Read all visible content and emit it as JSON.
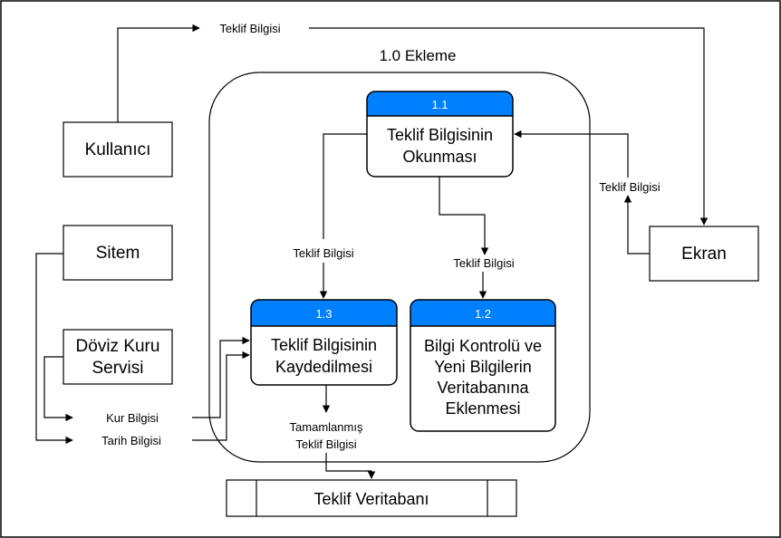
{
  "colors": {
    "process_header": "#007FFF",
    "stroke": "#000000",
    "background": "#FFFFFF"
  },
  "diagram": {
    "title": "1.0 Ekleme",
    "entities": {
      "kullanici": "Kullanıcı",
      "sitem": "Sitem",
      "doviz": [
        "Döviz Kuru",
        "Servisi"
      ],
      "ekran": "Ekran"
    },
    "processes": {
      "p11": {
        "id": "1.1",
        "label": [
          "Teklif Bilgisinin",
          "Okunması"
        ]
      },
      "p12": {
        "id": "1.2",
        "label": [
          "Bilgi Kontrolü ve",
          "Yeni Bilgilerin",
          "Veritabanına",
          "Eklenmesi"
        ]
      },
      "p13": {
        "id": "1.3",
        "label": [
          "Teklif Bilgisinin",
          "Kaydedilmesi"
        ]
      }
    },
    "store": "Teklif Veritabanı",
    "flows": {
      "top": "Teklif Bilgisi",
      "ekran_to_p11": "Teklif Bilgisi",
      "p11_to_p13": "Teklif Bilgisi",
      "p11_to_p12": "Teklif Bilgisi",
      "kur": "Kur Bilgisi",
      "tarih": "Tarih Bilgisi",
      "p13_to_store": [
        "Tamamlanmış",
        "Teklif Bilgisi"
      ]
    }
  }
}
